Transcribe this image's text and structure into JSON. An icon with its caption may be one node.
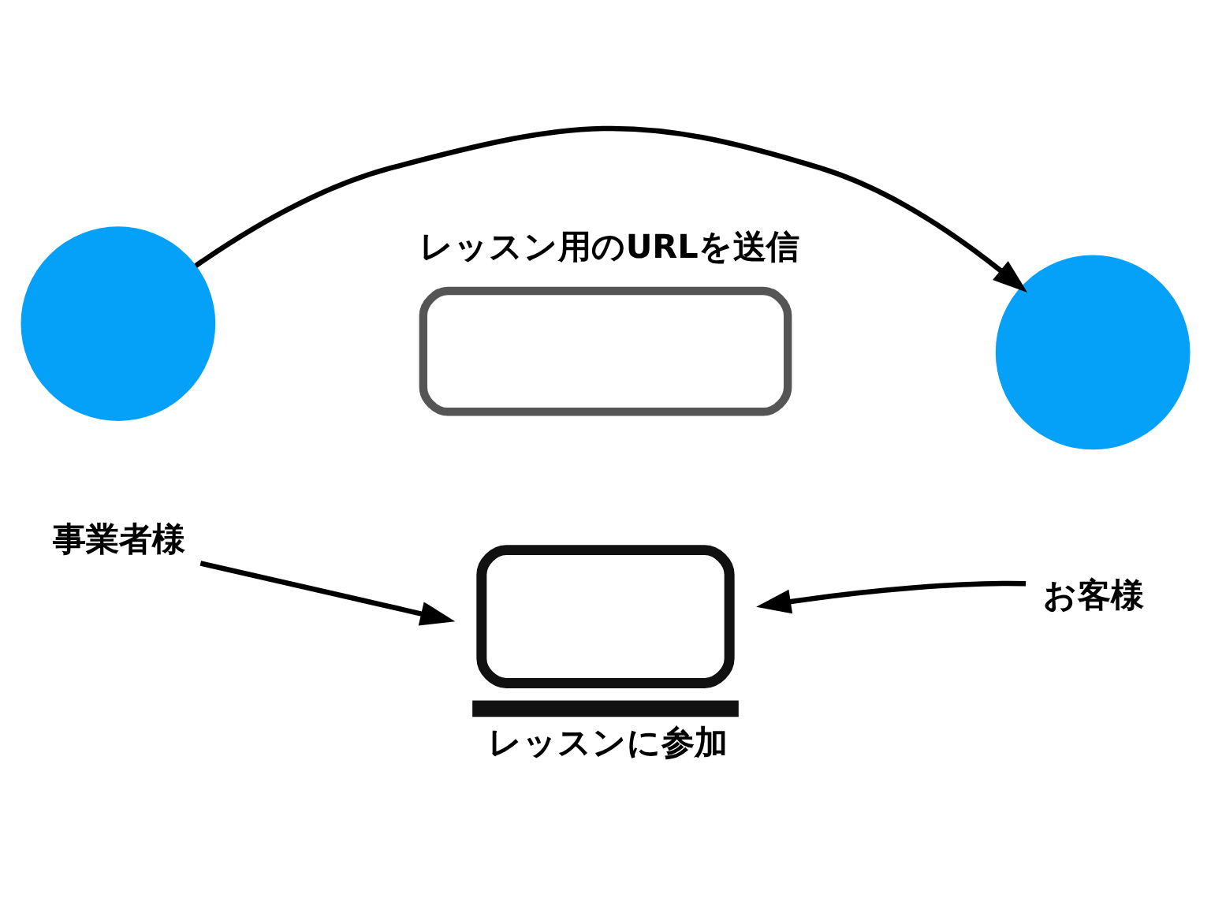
{
  "diagram": {
    "nodes": [
      {
        "text": [],
        "shape": "circle"
      },
      {
        "text": [],
        "shape": "circle"
      },
      {
        "text": [
          "事業者様"
        ]
      },
      {
        "text": [
          "お客様"
        ]
      },
      {
        "text": [],
        "shape": "box",
        "beside": [
          "レッスン用のURLを送信"
        ]
      },
      {
        "text": [],
        "shape": "box",
        "beside": [
          "レッスンに参加"
        ]
      }
    ],
    "edges": [
      {
        "from": 0,
        "to": 1,
        "arrow": "to"
      },
      {
        "from": 2,
        "to": 5,
        "arrow": "to"
      },
      {
        "from": 3,
        "to": 5,
        "arrow": "to"
      }
    ]
  }
}
